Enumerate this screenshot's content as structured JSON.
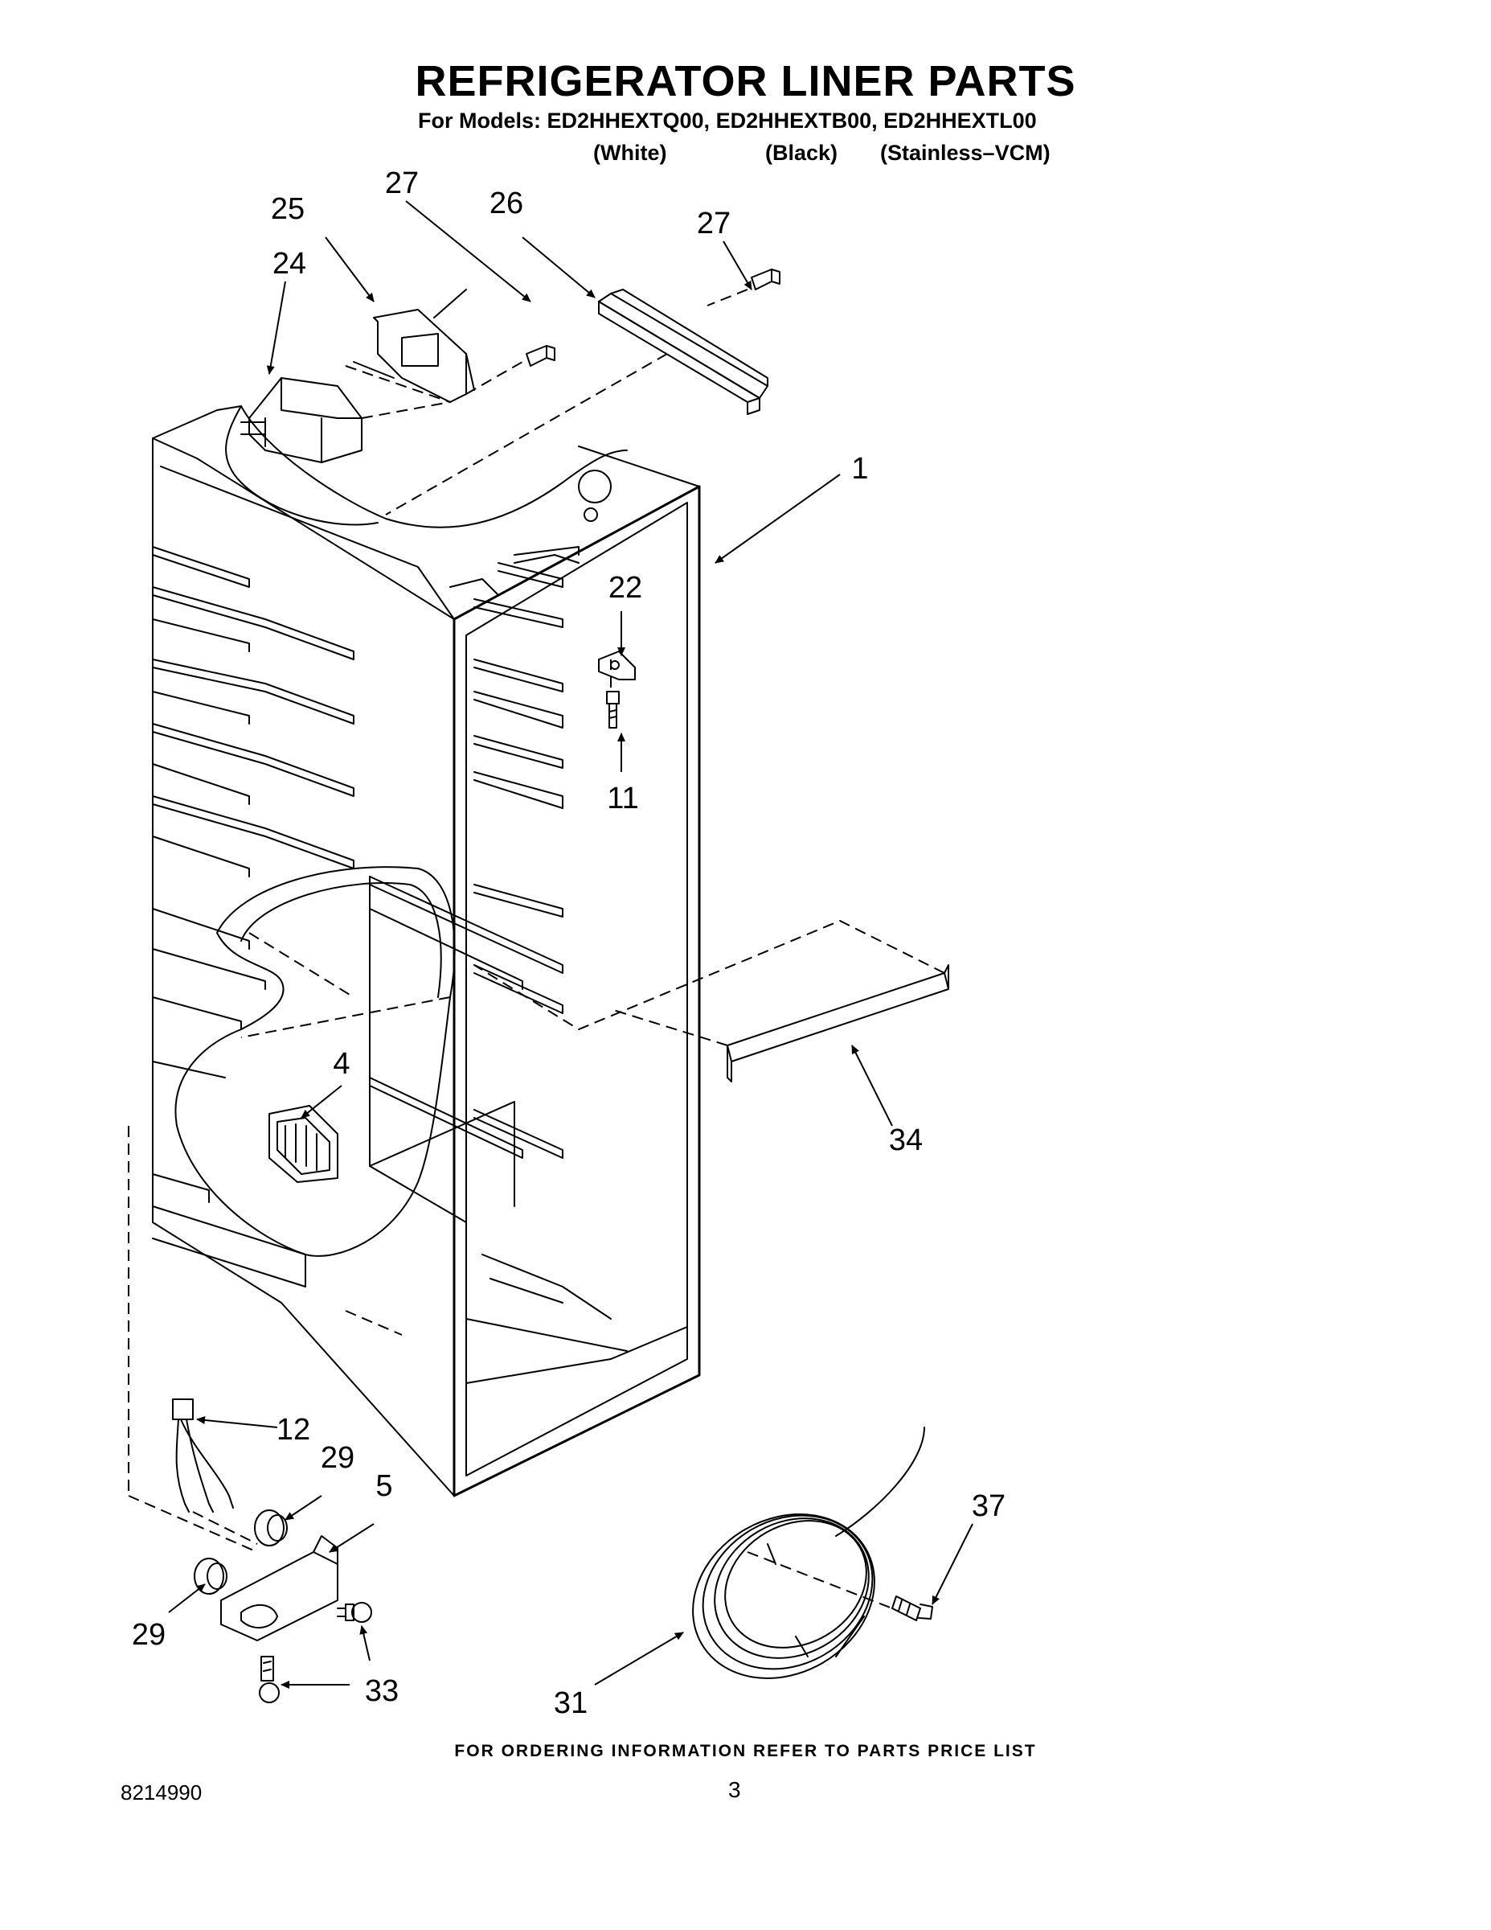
{
  "header": {
    "title": "REFRIGERATOR LINER PARTS",
    "models_line": "For Models: ED2HHEXTQ00, ED2HHEXTB00, ED2HHEXTL00",
    "variants": [
      "(White)",
      "(Black)",
      "(Stainless–VCM)"
    ]
  },
  "callouts": {
    "c1": "1",
    "c4": "4",
    "c5": "5",
    "c11": "11",
    "c12": "12",
    "c22": "22",
    "c24": "24",
    "c25": "25",
    "c26": "26",
    "c27a": "27",
    "c27b": "27",
    "c29a": "29",
    "c29b": "29",
    "c31": "31",
    "c33": "33",
    "c34": "34",
    "c37": "37"
  },
  "footer": {
    "ordering_note": "FOR ORDERING INFORMATION REFER TO PARTS PRICE LIST",
    "document_number": "8214990",
    "page_number": "3"
  }
}
